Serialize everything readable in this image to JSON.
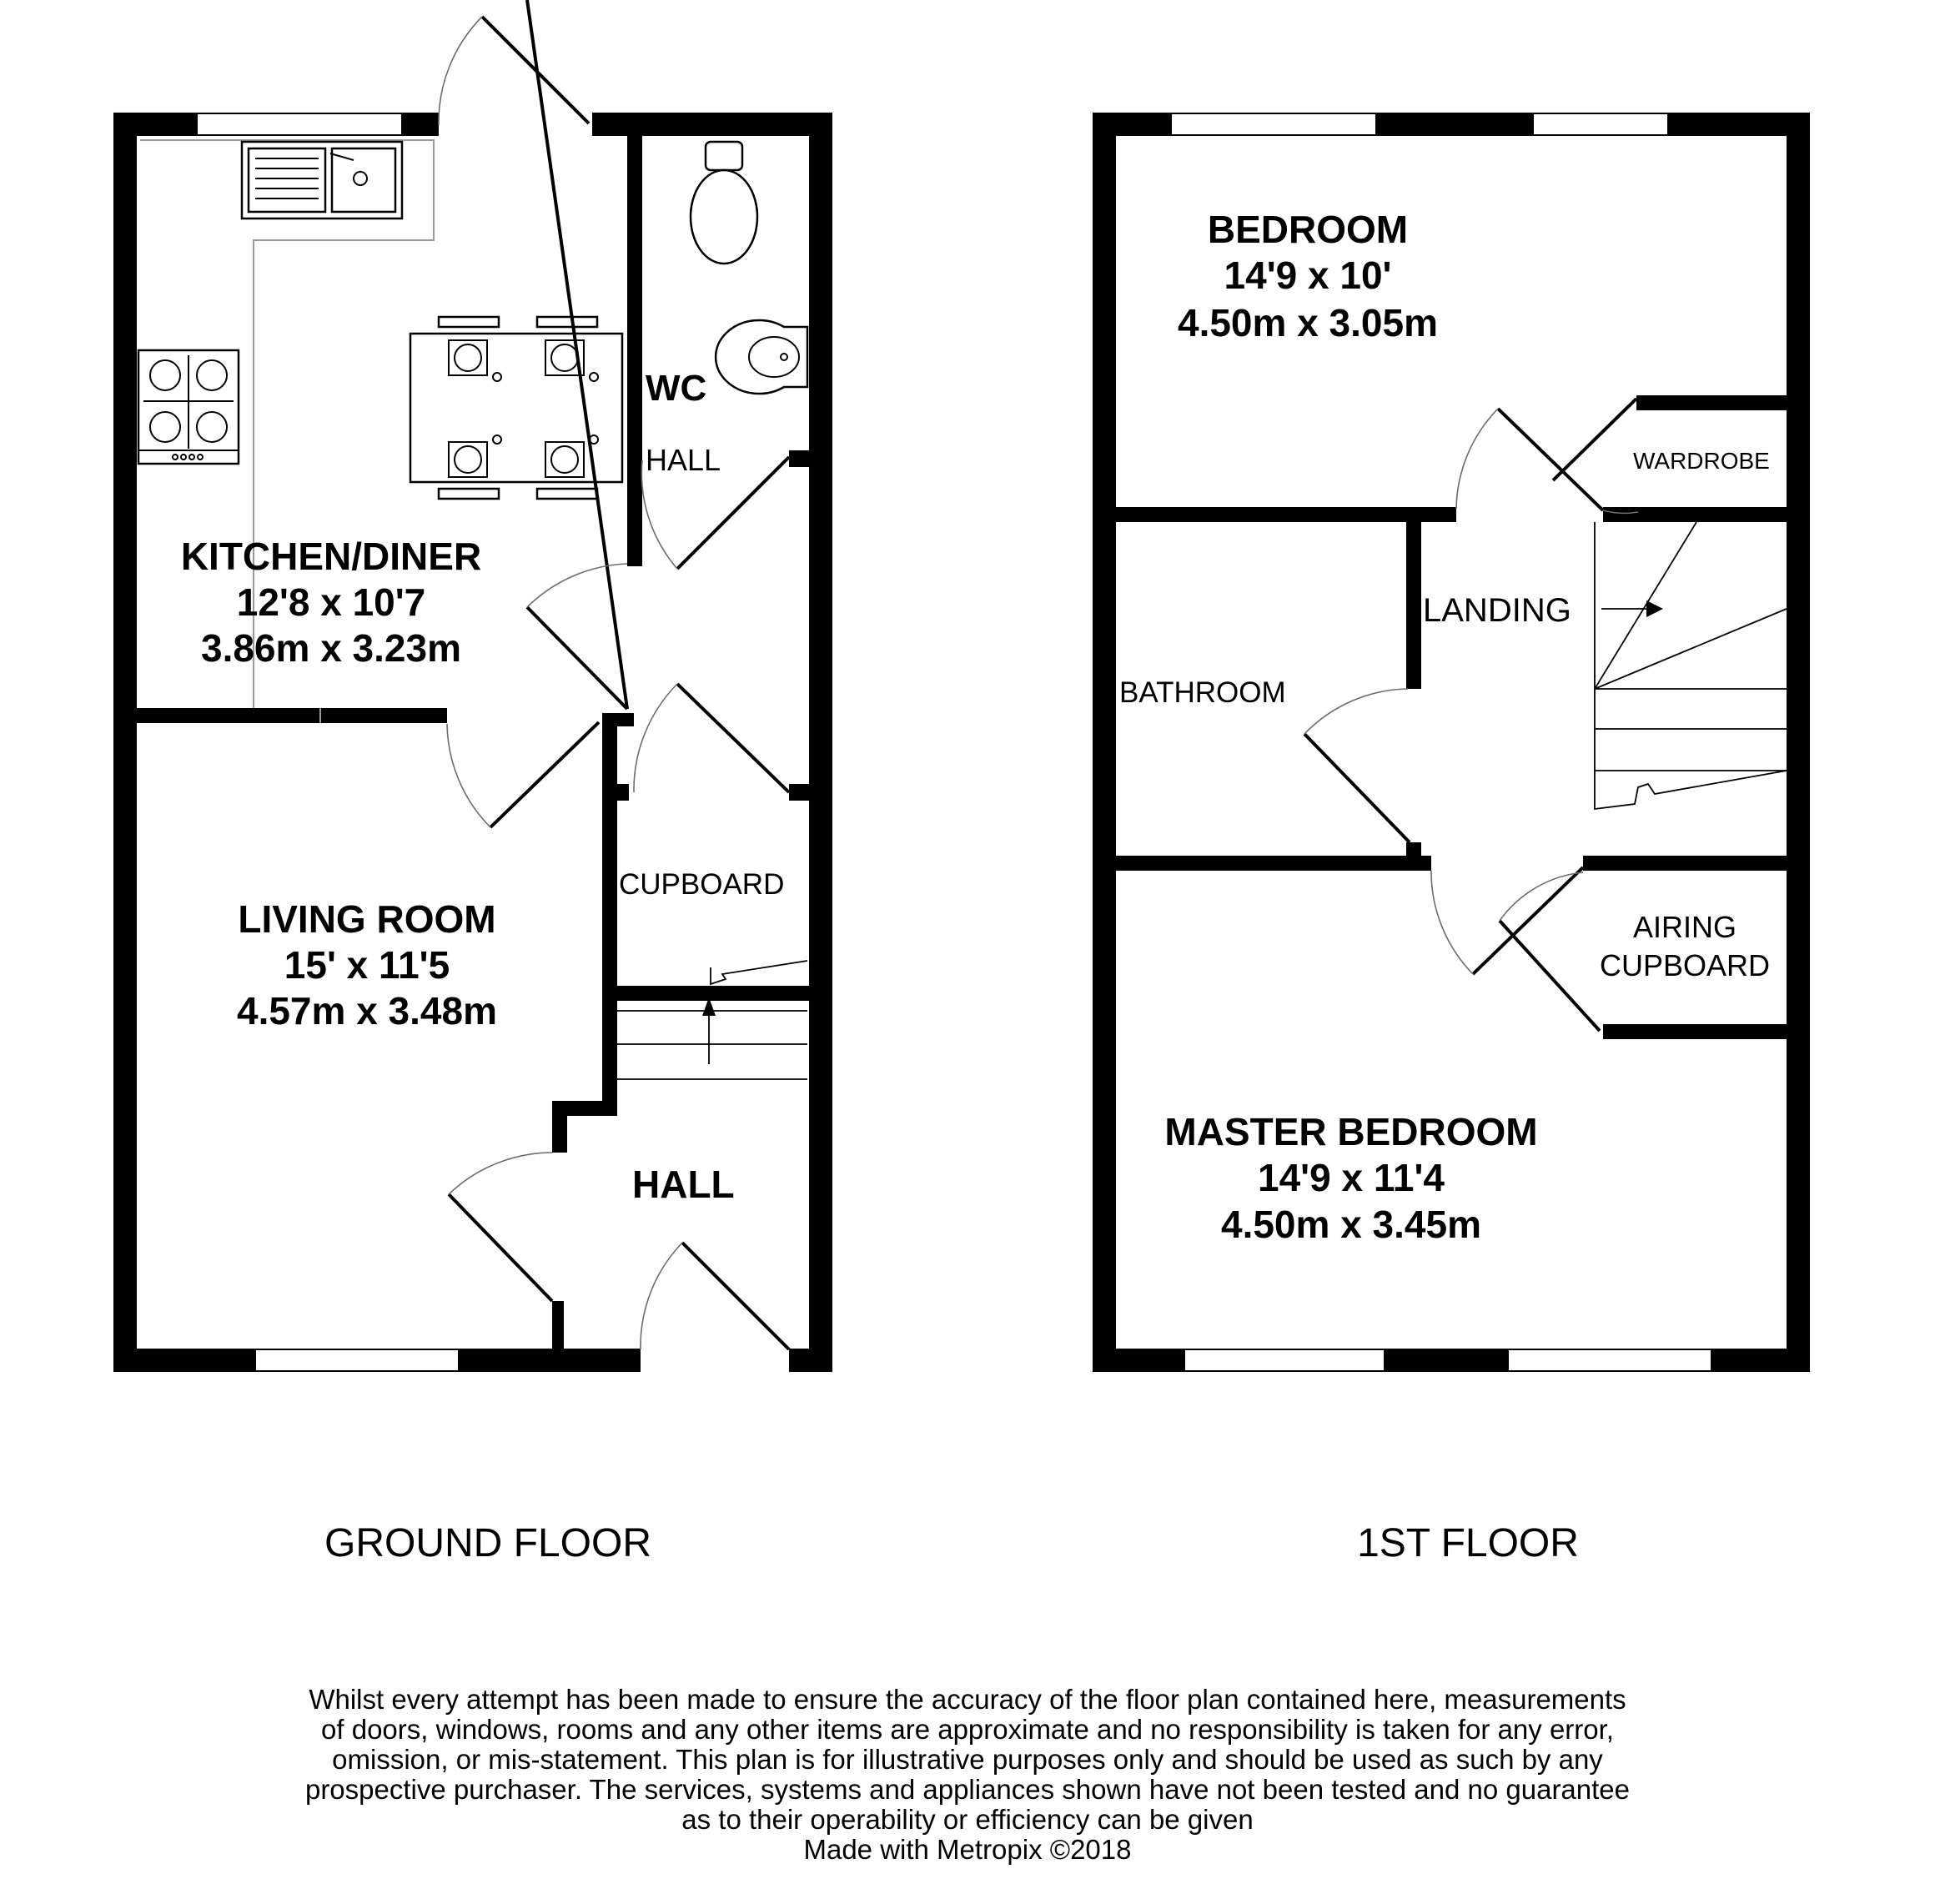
{
  "ground_floor": {
    "title": "GROUND FLOOR",
    "rooms": [
      {
        "name": "KITCHEN/DINER",
        "imperial": "12'8 x 10'7",
        "metric": "3.86m x 3.23m"
      },
      {
        "name": "LIVING ROOM",
        "imperial": "15' x 11'5",
        "metric": "4.57m x 3.48m"
      }
    ],
    "labels": {
      "wc": "WC",
      "hall_upper": "HALL",
      "cupboard": "CUPBOARD",
      "hall_lower": "HALL"
    }
  },
  "first_floor": {
    "title": "1ST FLOOR",
    "rooms": [
      {
        "name": "BEDROOM",
        "imperial": "14'9 x 10'",
        "metric": "4.50m x 3.05m"
      },
      {
        "name": "MASTER BEDROOM",
        "imperial": "14'9 x 11'4",
        "metric": "4.50m x 3.45m"
      }
    ],
    "labels": {
      "wardrobe": "WARDROBE",
      "landing": "LANDING",
      "bathroom": "BATHROOM",
      "airing_1": "AIRING",
      "airing_2": "CUPBOARD"
    }
  },
  "disclaimer": {
    "lines": [
      "Whilst every attempt has been made to ensure the accuracy of the floor plan contained here, measurements",
      "of doors, windows, rooms and any other items are approximate and no responsibility is taken for any error,",
      "omission, or mis-statement. This plan is for illustrative purposes only and should be used as such by any",
      "prospective purchaser. The services, systems and appliances shown have not been tested and no guarantee",
      "as to their operability or efficiency can be given"
    ],
    "credit": "Made with Metropix ©2018"
  }
}
